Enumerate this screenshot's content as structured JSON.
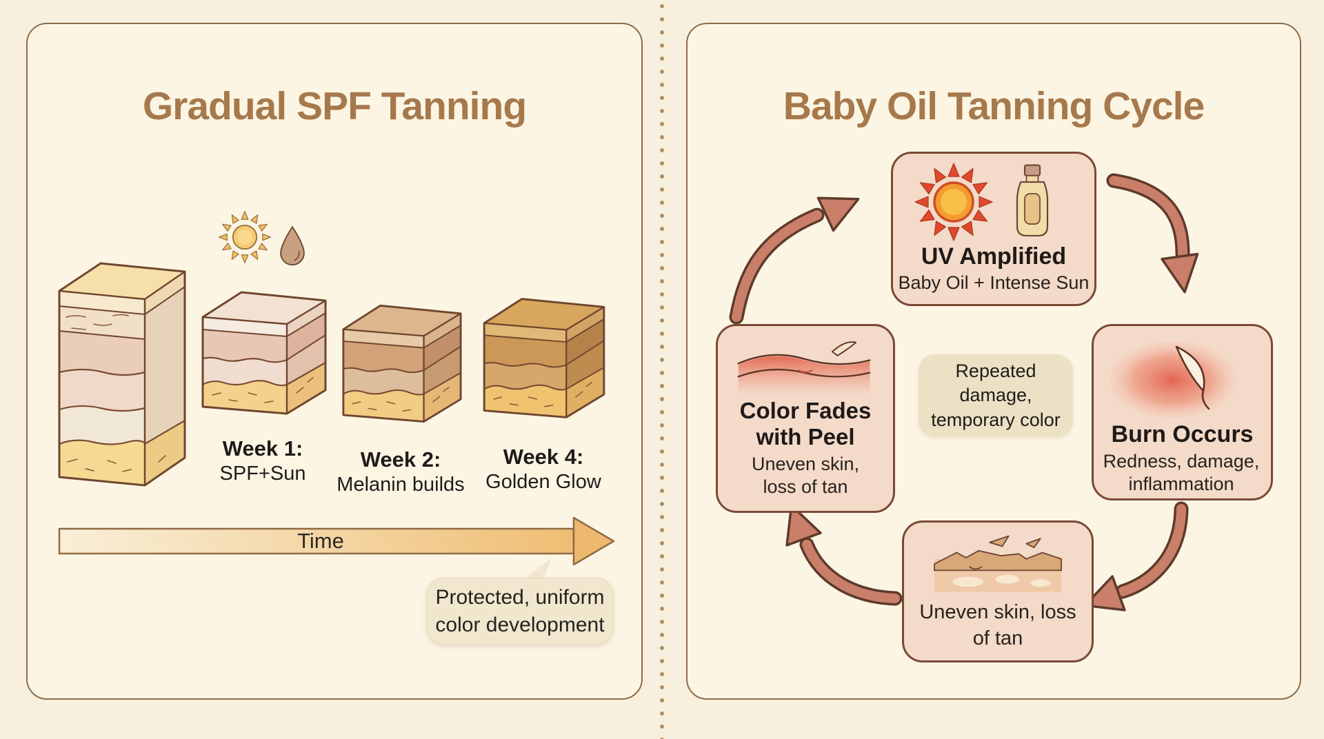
{
  "palette": {
    "page_bg": "#F8F0DE",
    "panel_bg": "#FCF5E3",
    "panel_border": "#8D6C49",
    "title_brown": "#A6794C",
    "text_dark": "#1E1C1A",
    "cycle_arrow_fill": "#C97F69",
    "cycle_arrow_outline": "#5E3A2B",
    "node_bg": "#F4DAC8",
    "node_border": "#7A4936",
    "center_box_bg": "#ECE1C4",
    "time_arrow_start": "#F9EFD8",
    "time_arrow_end": "#EFBE74",
    "divider_dot": "#B28D5E"
  },
  "icons": {
    "left": [
      "sun-icon",
      "droplet-icon"
    ],
    "uv_box": [
      "uv-sun-icon",
      "baby-oil-bottle-icon"
    ],
    "burn_box": [
      "burn-blotch-icon"
    ],
    "fade_box": [
      "fading-skin-icon"
    ],
    "peel_box": [
      "peeling-skin-icon"
    ]
  },
  "left_panel": {
    "title": "Gradual SPF Tanning",
    "stages": [
      {
        "week": "Week 1:",
        "desc": "SPF+Sun"
      },
      {
        "week": "Week 2:",
        "desc": "Melanin builds"
      },
      {
        "week": "Week 4:",
        "desc": "Golden Glow"
      }
    ],
    "time_label": "Time",
    "callout": {
      "line1": "Protected, uniform",
      "line2": "color development"
    }
  },
  "right_panel": {
    "title": "Baby Oil Tanning Cycle",
    "nodes": {
      "uv": {
        "title": "UV Amplified",
        "subtitle": "Baby Oil + Intense Sun"
      },
      "burn": {
        "title": "Burn Occurs",
        "subtitle": "Redness, damage, inflammation"
      },
      "peel": {
        "text": "Uneven skin, loss of tan"
      },
      "fade": {
        "title": "Color Fades with Peel",
        "subtitle": "Uneven skin, loss of tan"
      },
      "center": {
        "text": "Repeated damage, temporary color"
      }
    }
  }
}
